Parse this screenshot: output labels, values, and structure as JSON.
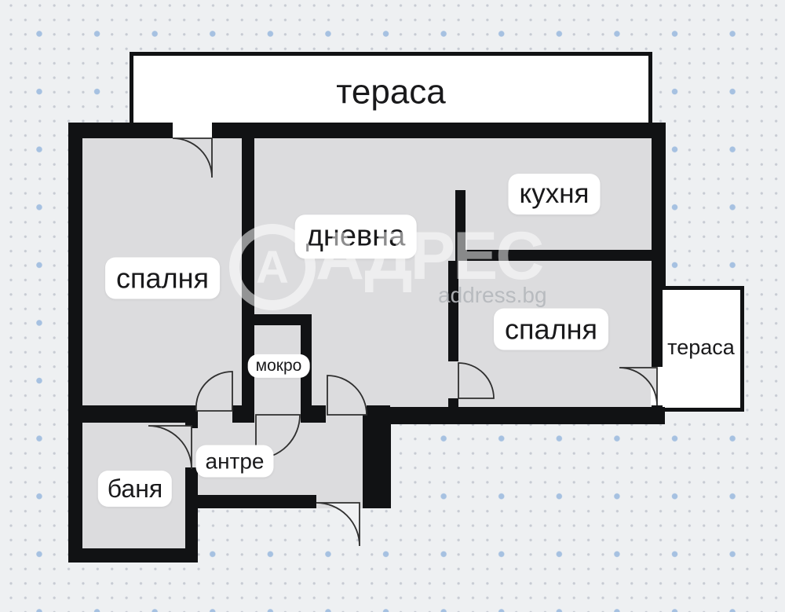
{
  "plan": {
    "rooms": [
      {
        "id": "terrace-top",
        "label": "тераса"
      },
      {
        "id": "bedroom-1",
        "label": "спалня"
      },
      {
        "id": "living-room",
        "label": "дневна"
      },
      {
        "id": "kitchen",
        "label": "кухня"
      },
      {
        "id": "bedroom-2",
        "label": "спалня"
      },
      {
        "id": "terrace-right",
        "label": "тераса"
      },
      {
        "id": "wet-room",
        "label": "мокро"
      },
      {
        "id": "hallway",
        "label": "антре"
      },
      {
        "id": "bathroom",
        "label": "баня"
      }
    ],
    "watermark": {
      "logo_letter": "А",
      "brand": "АДРЕС",
      "site": "address.bg"
    },
    "colors": {
      "background": "#eef0f2",
      "dot_gray": "#c7cbd3",
      "dot_blue": "#a6c1e1",
      "wall": "#111214",
      "room_fill": "#dcdcde",
      "terrace_fill": "#ffffff",
      "door_arc": "#2f2f2f",
      "outside_door_fill": "#f0f1f3",
      "label_bg": "#ffffff",
      "label_text": "#19191b"
    }
  }
}
